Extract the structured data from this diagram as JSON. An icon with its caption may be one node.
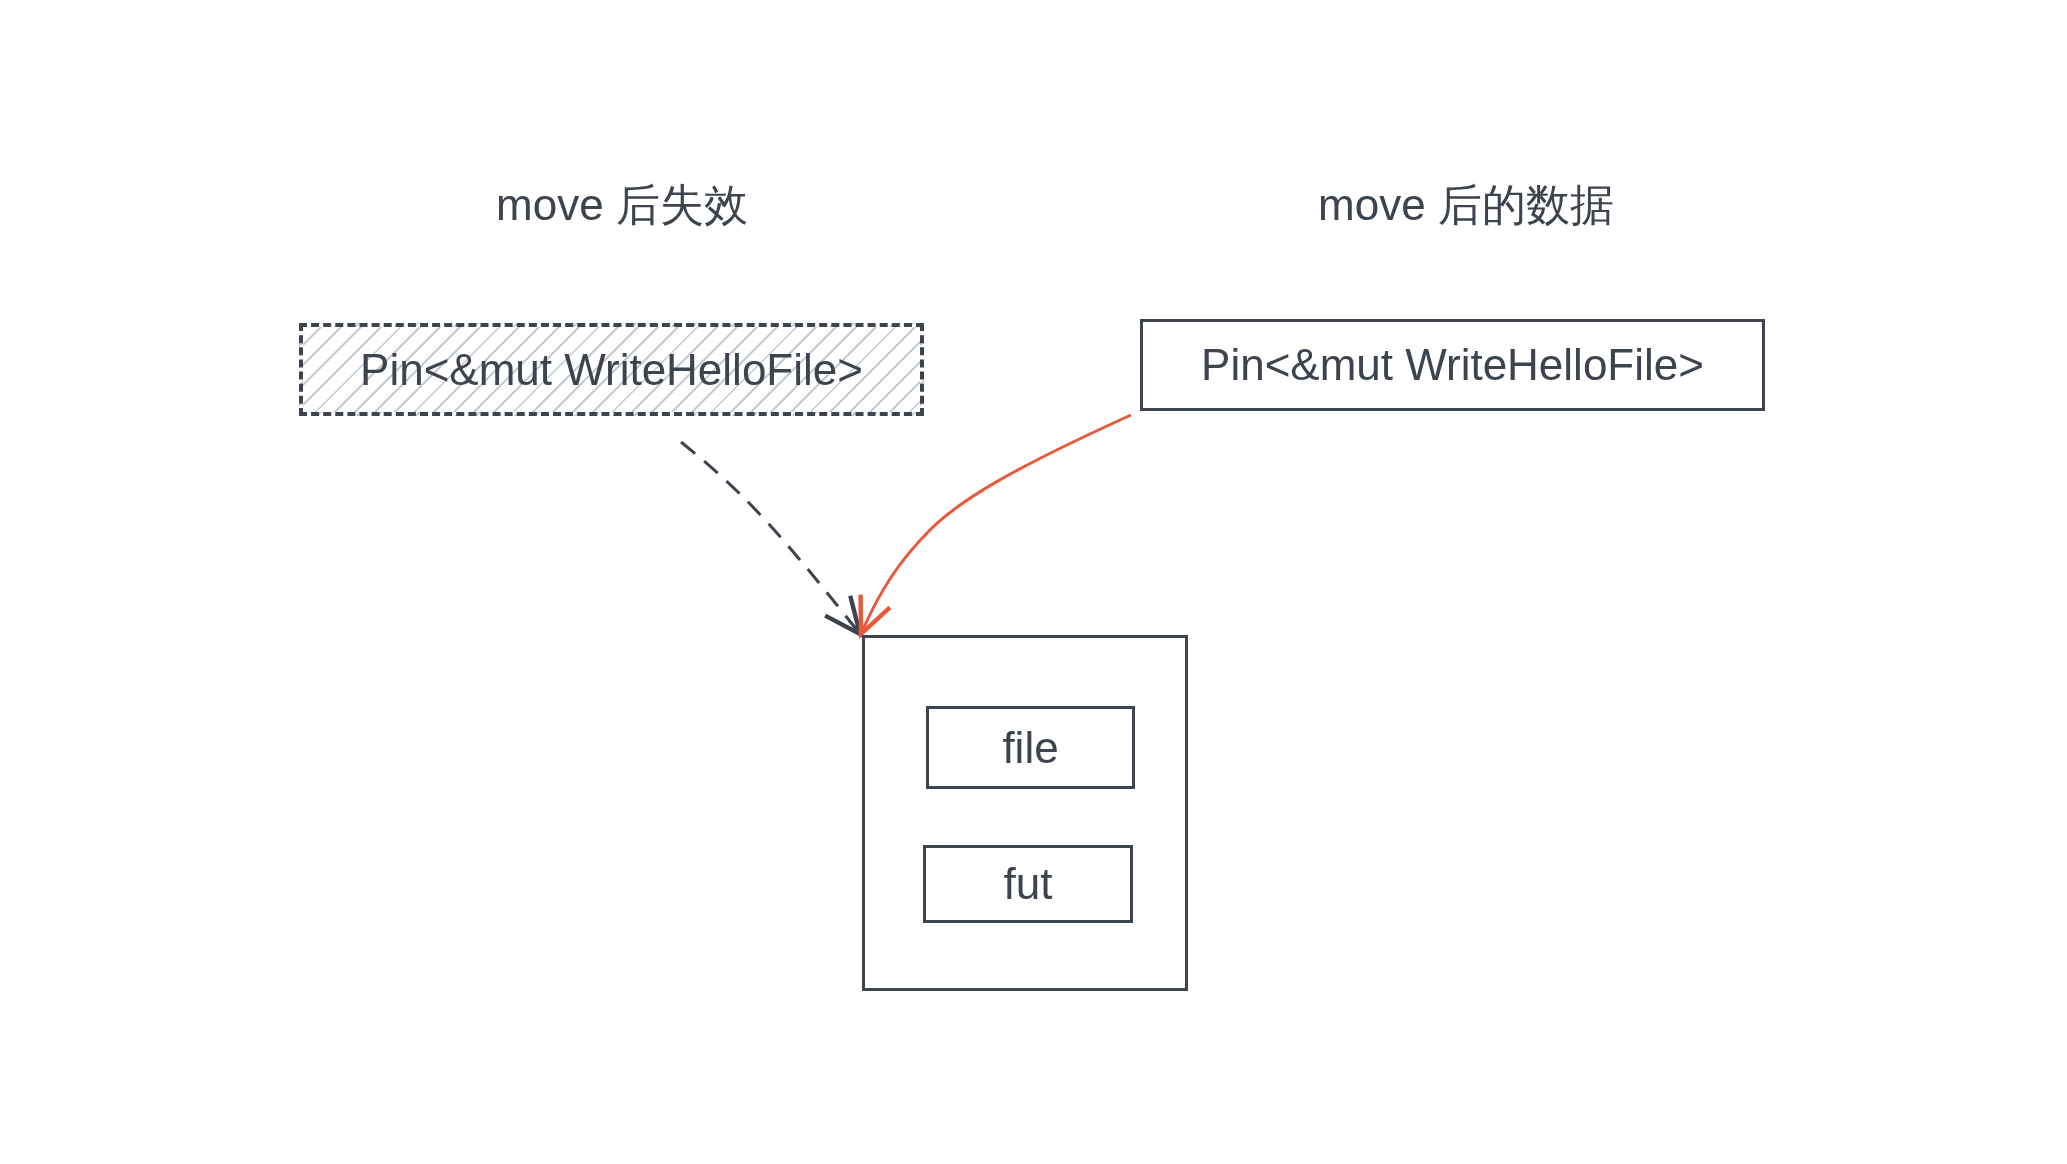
{
  "diagram": {
    "nodes": [
      {
        "text": [
          "Pin<&mut WriteHelloFile>"
        ]
      },
      {
        "text": [
          "Pin<&mut WriteHelloFile>"
        ]
      },
      {
        "text": [],
        "shape": "box"
      },
      {
        "text": [
          "file"
        ],
        "in": 2
      },
      {
        "text": [
          "fut"
        ],
        "in": 2
      }
    ],
    "edges": [
      {
        "from": 0,
        "to": 2,
        "arrow": "to",
        "style": "dashed"
      },
      {
        "from": 1,
        "to": 2,
        "arrow": "to",
        "color": "#e8593a"
      }
    ],
    "labels": [
      "move 后失效",
      "move 后的数据"
    ]
  }
}
